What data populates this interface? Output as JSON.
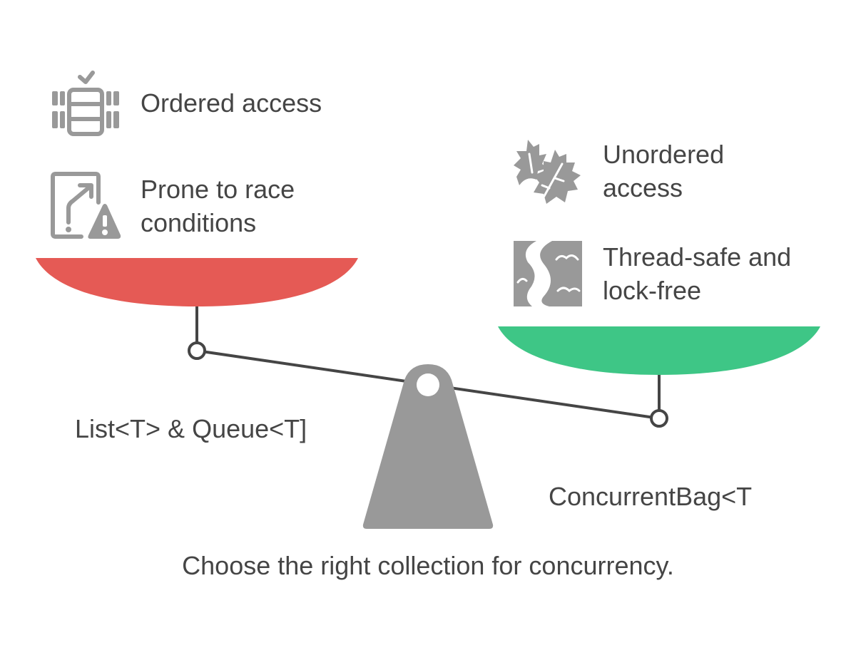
{
  "left_pan": {
    "features": [
      {
        "text": "Ordered access",
        "icon": "ordered-list-icon"
      },
      {
        "line1": "Prone to race",
        "line2": "conditions",
        "icon": "warning-path-icon"
      }
    ],
    "name": "List<T> & Queue<T]",
    "color": "#E55A55"
  },
  "right_pan": {
    "features": [
      {
        "line1": "Unordered",
        "line2": "access",
        "icon": "leaves-icon"
      },
      {
        "line1": "Thread-safe and",
        "line2": "lock-free",
        "icon": "winding-river-icon"
      }
    ],
    "name": "ConcurrentBag<T",
    "color": "#3EC686"
  },
  "fulcrum_color": "#999999",
  "caption": "Choose the right collection for concurrency."
}
